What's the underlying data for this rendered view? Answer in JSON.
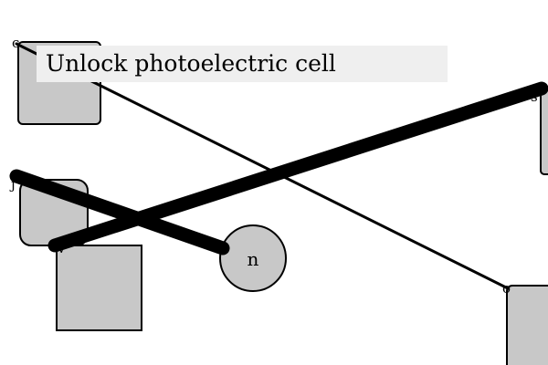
{
  "instruction": "Unlock photoelectric cell",
  "circle_node": {
    "label": "n"
  },
  "pin_labels": {
    "top_left": "c",
    "right_upper": "s",
    "left_middle": "j",
    "center_left": "v",
    "bottom_right": "o"
  },
  "colors": {
    "background": "#ffffff",
    "instruction_background": "#efefef",
    "node_fill": "#c8c8c8",
    "stroke": "#000000"
  }
}
